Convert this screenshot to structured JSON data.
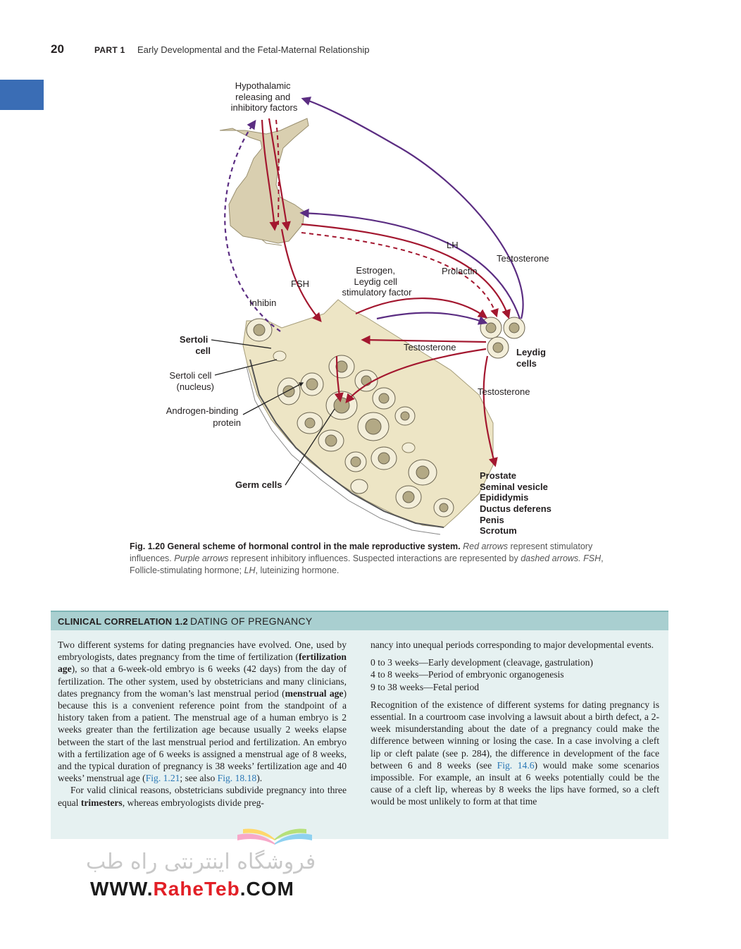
{
  "header": {
    "page_number": "20",
    "part": "PART 1",
    "title": "Early Developmental and the Fetal-Maternal Relationship"
  },
  "figure": {
    "labels": {
      "hypothalamic": [
        "Hypothalamic",
        "releasing and",
        "inhibitory factors"
      ],
      "lh": "LH",
      "testosterone_top": "Testosterone",
      "estrogen": [
        "Estrogen,",
        "Leydig cell",
        "stimulatory factor"
      ],
      "prolactin": "Prolactin",
      "fsh": "FSH",
      "inhibin": "Inhibin",
      "sertoli": [
        "Sertoli",
        "cell"
      ],
      "sertoli_nucleus": [
        "Sertoli cell",
        "(nucleus)"
      ],
      "abp": [
        "Androgen-binding",
        "protein"
      ],
      "germ": "Germ cells",
      "testosterone_mid": "Testosterone",
      "leydig": [
        "Leydig",
        "cells"
      ],
      "testosterone_low": "Testosterone",
      "targets": [
        "Prostate",
        "Seminal vesicle",
        "Epididymis",
        "Ductus deferens",
        "Penis",
        "Scrotum"
      ]
    },
    "colors": {
      "stimulatory": "#a3172f",
      "inhibitory": "#5b2d82",
      "tissue": "#e0d6b3",
      "cell": "#f3eed9",
      "nucleus": "#b3a985"
    }
  },
  "caption": {
    "label": "Fig. 1.20",
    "title": "General scheme of hormonal control in the male reproductive system.",
    "red_arrows": "Red arrows",
    "s1": " represent stimulatory influences. ",
    "purple_arrows": "Purple arrows",
    "s2": " represent inhibitory influences. Suspected interactions are represented by ",
    "dashed_arrows": "dashed arrows.",
    "fsh": " FSH",
    "s3": ", Follicle-stimulating hormone; ",
    "lh": "LH",
    "s4": ", luteinizing hormone."
  },
  "clinical": {
    "label": "CLINICAL CORRELATION 1.2",
    "title": "DATING OF PREGNANCY",
    "p1_a": "Two different systems for dating pregnancies have evolved. One, used by embryologists, dates pregnancy from the time of fertilization (",
    "p1_b": "fertilization age",
    "p1_c": "), so that a 6-week-old embryo is 6 weeks (42 days) from the day of fertilization. The other system, used by obstetricians and many clinicians, dates pregnancy from the woman’s last menstrual period (",
    "p1_d": "menstrual age",
    "p1_e": ") because this is a convenient reference point from the standpoint of a history taken from a patient. The menstrual age of a human embryo is 2 weeks greater than the fertilization age because usually 2 weeks elapse between the start of the last menstrual period and fertilization. An embryo with a fertilization age of 6 weeks is assigned a menstrual age of 8 weeks, and the typical duration of pregnancy is 38 weeks’ fertilization age and 40 weeks’ menstrual age (",
    "p1_f": "Fig. 1.21",
    "p1_g": "; see also ",
    "p1_h": "Fig. 18.18",
    "p1_i": ").",
    "p2_a": "For valid clinical reasons, obstetricians subdivide pregnancy into three equal ",
    "p2_b": "trimesters",
    "p2_c": ", whereas embryologists divide preg-",
    "p3": "nancy into unequal periods corresponding to major developmental events.",
    "list": [
      "0 to 3 weeks—Early development (cleavage, gastrulation)",
      "4 to 8 weeks—Period of embryonic organogenesis",
      "9 to 38 weeks—Fetal period"
    ],
    "p4_a": "Recognition of the existence of different systems for dating pregnancy is essential. In a courtroom case involving a lawsuit about a birth defect, a 2-week misunderstanding about the date of a pregnancy could make the difference between winning or losing the case. In a case involving a cleft lip or cleft palate (see p. 284), the difference in development of the face between 6 and 8 weeks (see ",
    "p4_b": "Fig. 14.6",
    "p4_c": ") would make some scenarios impossible. For example, an insult at 6 weeks potentially could be the cause of a cleft lip, whereas by 8 weeks the lips have formed, so a cleft would be most unlikely to form at that time"
  },
  "watermark": {
    "persian": "فروشگاه اینترنتی راه طب",
    "url_a": "WWW.",
    "url_b": "RaheTeb",
    "url_c": ".COM"
  }
}
